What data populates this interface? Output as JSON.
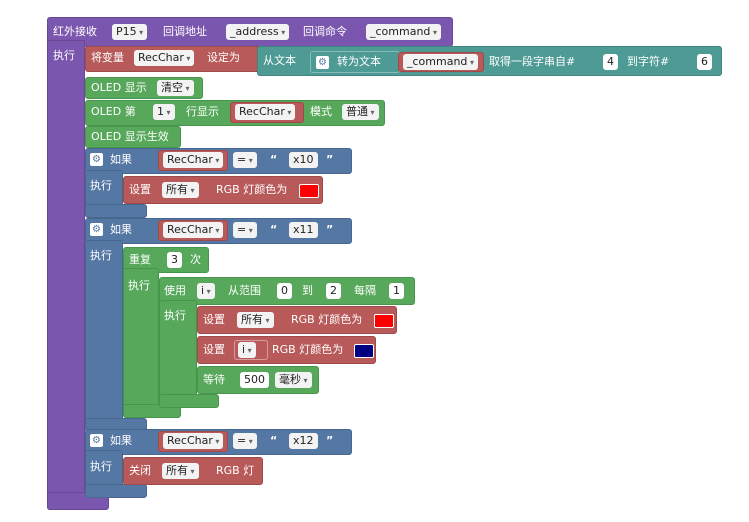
{
  "ir_receive": {
    "title": "红外接收",
    "pin": "P15",
    "callback_address_label": "回调地址",
    "address_var": "_address",
    "callback_command_label": "回调命令",
    "command_var": "_command",
    "do_label": "执行"
  },
  "set_var": {
    "label": "将变量",
    "var": "RecChar",
    "set_to": "设定为",
    "from_text": "从文本",
    "to_text": "转为文本",
    "command_var": "_command",
    "substring": "取得一段字串自#",
    "from_index": "4",
    "to_char": "到字符#",
    "to_index": "6"
  },
  "oled_show": {
    "label": "OLED 显示",
    "mode": "清空"
  },
  "oled_line": {
    "label": "OLED 第",
    "line": "1",
    "row_show": "行显示",
    "var": "RecChar",
    "mode_label": "模式",
    "mode": "普通"
  },
  "oled_apply": {
    "label": "OLED 显示生效"
  },
  "if1": {
    "if_label": "如果",
    "var": "RecChar",
    "op": "=",
    "open_quote": "“",
    "value": "x10",
    "close_quote": "”",
    "do_label": "执行",
    "set_label": "设置",
    "target": "所有",
    "rgb_label": "RGB 灯颜色为",
    "color": "#ff0000"
  },
  "if2": {
    "if_label": "如果",
    "var": "RecChar",
    "op": "=",
    "open_quote": "“",
    "value": "x11",
    "close_quote": "”",
    "do_label": "执行",
    "repeat": {
      "label": "重复",
      "times": "3",
      "times_label": "次",
      "do_label": "执行",
      "for": {
        "use_label": "使用",
        "var": "i",
        "range_label": "从范围",
        "from": "0",
        "to_label": "到",
        "to": "2",
        "step_label": "每隔",
        "step": "1",
        "do_label": "执行",
        "set1_label": "设置",
        "set1_target": "所有",
        "set1_rgb": "RGB 灯颜色为",
        "set1_color": "#ff0000",
        "set2_label": "设置",
        "set2_target": "i",
        "set2_rgb": "RGB 灯颜色为",
        "set2_color": "#000080",
        "wait_label": "等待",
        "wait_value": "500",
        "wait_unit": "毫秒"
      }
    }
  },
  "if3": {
    "if_label": "如果",
    "var": "RecChar",
    "op": "=",
    "open_quote": "“",
    "value": "x12",
    "close_quote": "”",
    "do_label": "执行",
    "off_label": "关闭",
    "target": "所有",
    "rgb_label": "RGB 灯"
  }
}
